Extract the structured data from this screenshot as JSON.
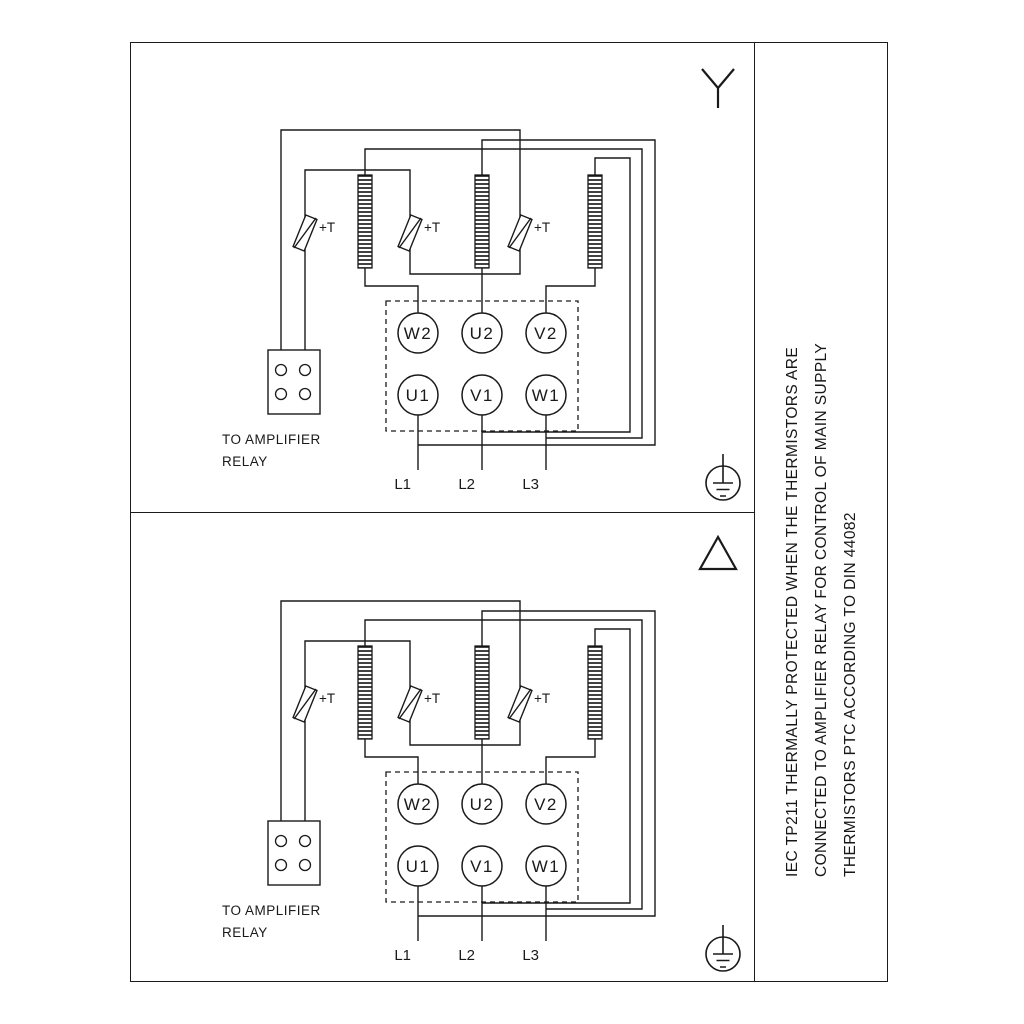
{
  "panels": [
    {
      "connection": "star"
    },
    {
      "connection": "delta"
    }
  ],
  "diagram": {
    "terminals_top": [
      "W2",
      "U2",
      "V2"
    ],
    "terminals_bottom": [
      "U1",
      "V1",
      "W1"
    ],
    "supply_lines": [
      "L1",
      "L2",
      "L3"
    ],
    "thermistor_label": "+T",
    "relay_caption": [
      "TO AMPLIFIER",
      "RELAY"
    ]
  },
  "side_note": {
    "lines": [
      "IEC TP211 THERMALLY PROTECTED WHEN THE THERMISTORS ARE",
      "CONNECTED TO AMPLIFIER RELAY FOR CONTROL OF MAIN SUPPLY",
      "THERMISTORS PTC ACCORDING TO DIN 44082"
    ]
  },
  "colors": {
    "line": "#1a1a1a",
    "background": "#ffffff"
  }
}
